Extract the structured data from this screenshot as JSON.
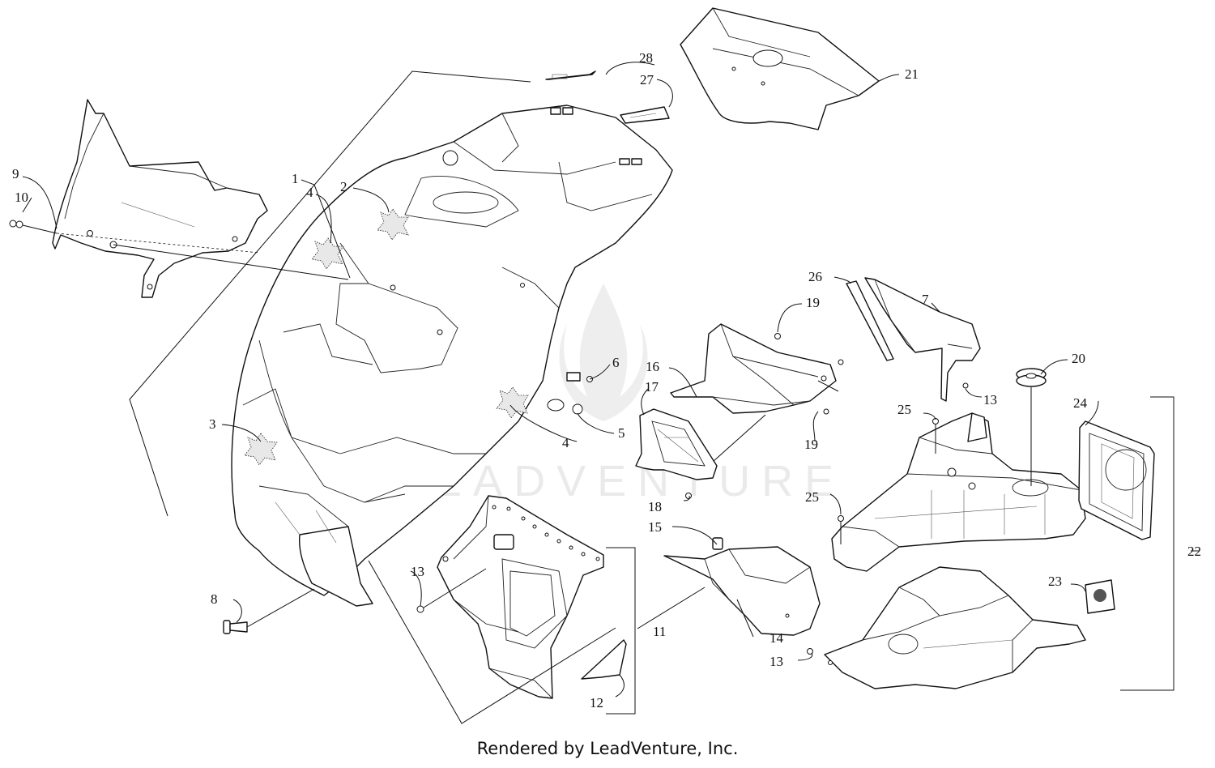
{
  "footer": {
    "text": "Rendered by LeadVenture, Inc."
  },
  "watermark": {
    "text": "LEADVENTURE"
  },
  "callouts": {
    "n1": "1",
    "n2": "2",
    "n3": "3",
    "n4a": "4",
    "n4b": "4",
    "n5": "5",
    "n6": "6",
    "n7": "7",
    "n8": "8",
    "n9": "9",
    "n10": "10",
    "n11": "11",
    "n12": "12",
    "n13a": "13",
    "n13b": "13",
    "n13c": "13",
    "n14": "14",
    "n15": "15",
    "n16": "16",
    "n17": "17",
    "n18": "18",
    "n19a": "19",
    "n19b": "19",
    "n20": "20",
    "n21": "21",
    "n22": "22",
    "n23": "23",
    "n24": "24",
    "n25a": "25",
    "n25b": "25",
    "n26": "26",
    "n27": "27",
    "n28": "28"
  }
}
